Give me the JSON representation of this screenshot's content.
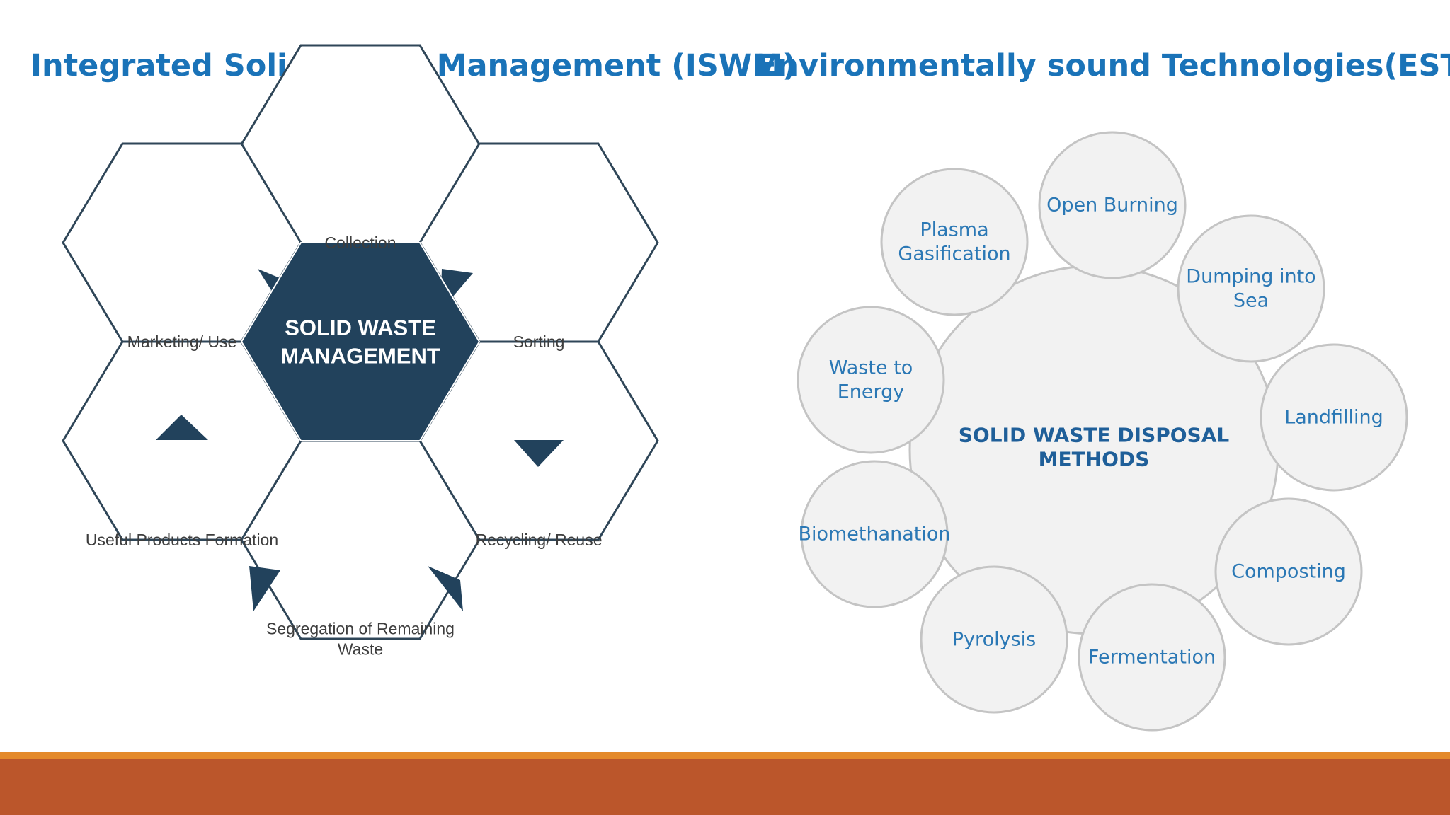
{
  "slide": {
    "title_left": "Integrated Solid Waste Management (ISWM)",
    "title_right": "Environmentally sound Technologies(EST)"
  },
  "hex_diagram": {
    "center_lines": [
      "SOLID WASTE",
      "MANAGEMENT"
    ],
    "segments": [
      {
        "lines": [
          "Collection"
        ]
      },
      {
        "lines": [
          "Sorting"
        ]
      },
      {
        "lines": [
          "Recycling/ Reuse"
        ]
      },
      {
        "lines": [
          "Segregation of Remaining",
          "Waste"
        ]
      },
      {
        "lines": [
          "Useful Products Formation"
        ]
      },
      {
        "lines": [
          "Marketing/ Use"
        ]
      }
    ],
    "colors": {
      "center_fill": "#22425c",
      "outline": "#2f4658",
      "label": "#3d3d3d"
    }
  },
  "circle_diagram": {
    "center_lines": [
      "SOLID WASTE DISPOSAL",
      "METHODS"
    ],
    "methods": [
      {
        "lines": [
          "Open Burning"
        ]
      },
      {
        "lines": [
          "Dumping into",
          "Sea"
        ]
      },
      {
        "lines": [
          "Landfilling"
        ]
      },
      {
        "lines": [
          "Composting"
        ]
      },
      {
        "lines": [
          "Fermentation"
        ]
      },
      {
        "lines": [
          "Pyrolysis"
        ]
      },
      {
        "lines": [
          "Biomethanation"
        ]
      },
      {
        "lines": [
          "Waste to",
          "Energy"
        ]
      },
      {
        "lines": [
          "Plasma",
          "Gasification"
        ]
      }
    ],
    "colors": {
      "circle_fill": "#f2f2f2",
      "circle_stroke": "#c4c4c4",
      "label": "#2b78b5",
      "center_label": "#1f5f99"
    }
  },
  "colors": {
    "heading": "#1a73b8",
    "footer_thin": "#e48a2b",
    "footer_thick": "#bb562b"
  }
}
